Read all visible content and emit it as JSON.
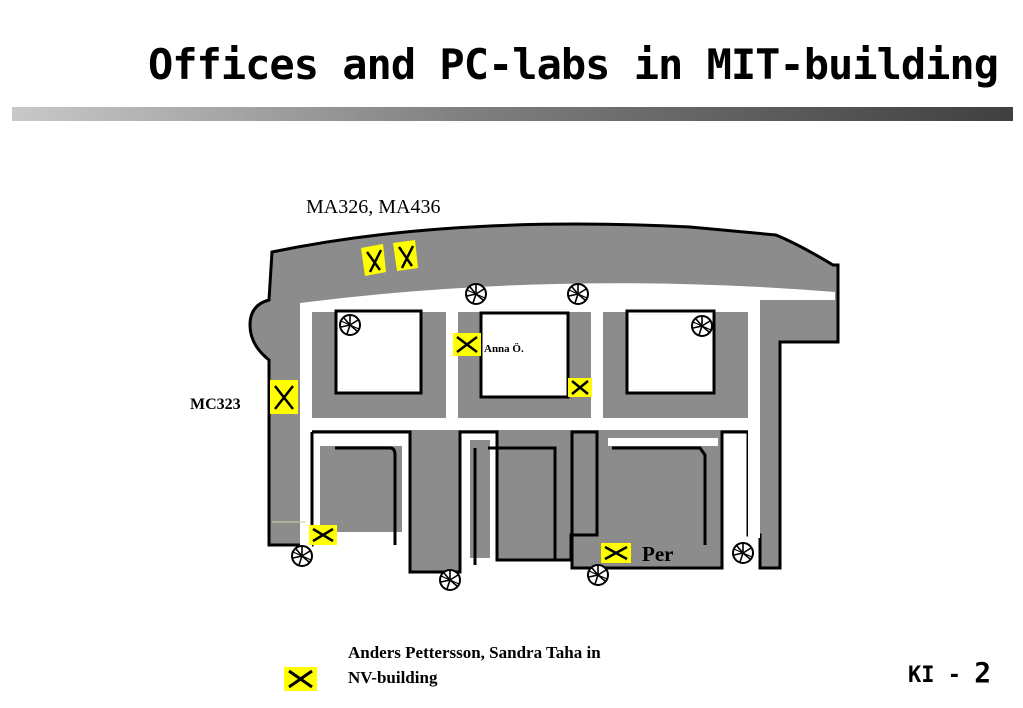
{
  "slide": {
    "title": "Offices and PC-labs in MIT-building",
    "footer_prefix": "KI -",
    "footer_number": "2"
  },
  "floorplan": {
    "label_top_rooms": "MA326, MA436",
    "label_left_room": "MC323",
    "label_anna": "Anna Ö.",
    "label_per": "Per",
    "corridor_color": "#8c8c8c",
    "marker_color": "#ffff00"
  },
  "legend": {
    "text": "Anders Pettersson, Sandra Taha in NV-building"
  }
}
